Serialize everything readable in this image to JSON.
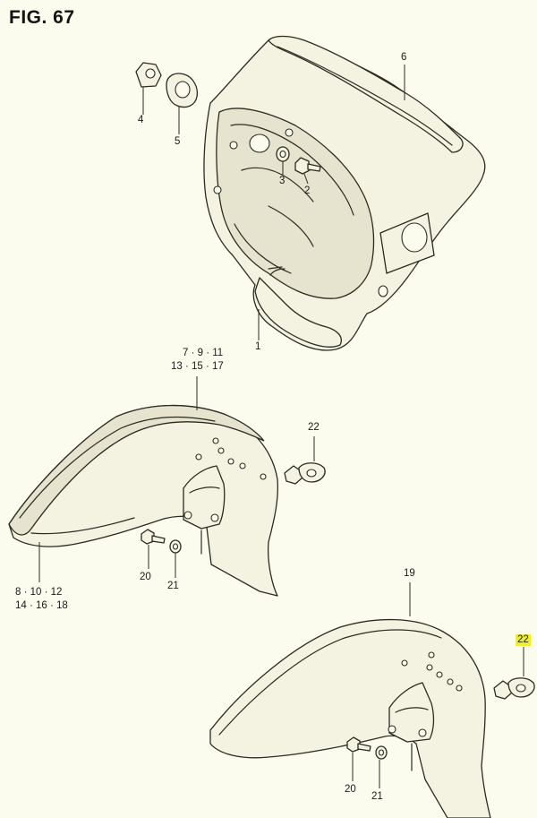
{
  "figure": {
    "title": "FIG. 67"
  },
  "labels": {
    "p1": "1",
    "p2": "2",
    "p3": "3",
    "p4": "4",
    "p5": "5",
    "p6": "6",
    "front_fender_top_line1": "7 · 9 · 11",
    "front_fender_top_line2": "13 · 15 · 17",
    "front_fender_bottom_line1": "8 · 10 · 12",
    "front_fender_bottom_line2": "14 · 16 · 18",
    "p19": "19",
    "p20a": "20",
    "p21a": "21",
    "p22a": "22",
    "p20b": "20",
    "p21b": "21",
    "p22b": "22"
  },
  "colors": {
    "background": "#fbfbee",
    "line": "#2b2b22",
    "highlight": "#f0ee30"
  }
}
